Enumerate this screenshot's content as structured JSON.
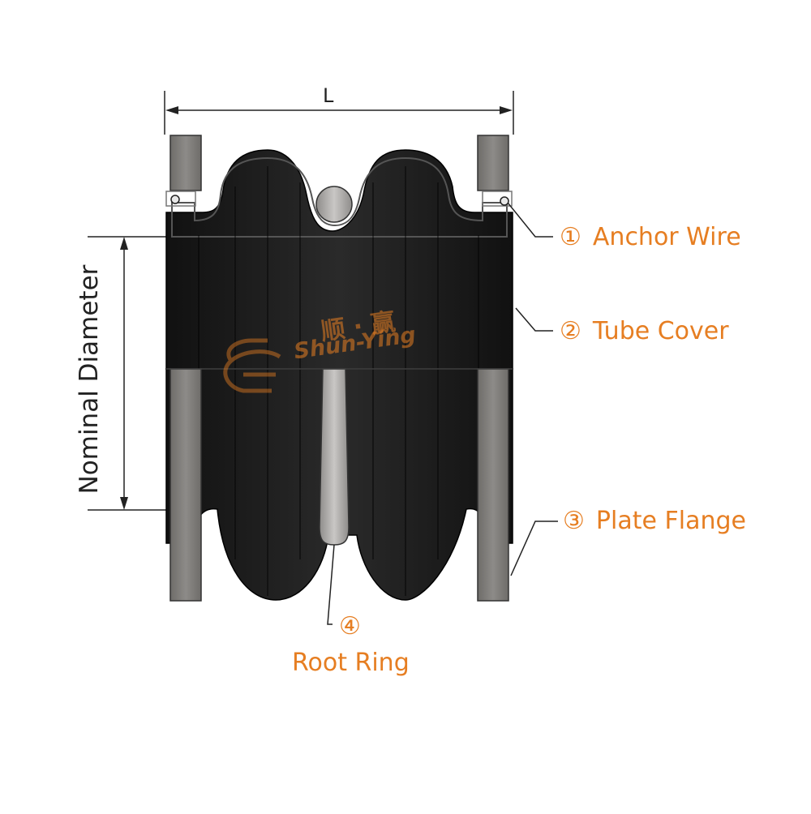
{
  "dimension": {
    "length_label": "L",
    "diameter_label": "Nominal Diameter"
  },
  "callouts": [
    {
      "num": "①",
      "label": "Anchor Wire"
    },
    {
      "num": "②",
      "label": "Tube Cover"
    },
    {
      "num": "③",
      "label": "Plate Flange"
    },
    {
      "num": "④",
      "label": "Root Ring"
    }
  ],
  "watermark": {
    "cn": "顺 · 赢",
    "en": "Shun-Ying"
  },
  "colors": {
    "accent": "#e67e22",
    "rubber": "#1c1c1c",
    "flange": "#7a7875",
    "root_ring": "#a8a6a4",
    "line": "#222222"
  }
}
